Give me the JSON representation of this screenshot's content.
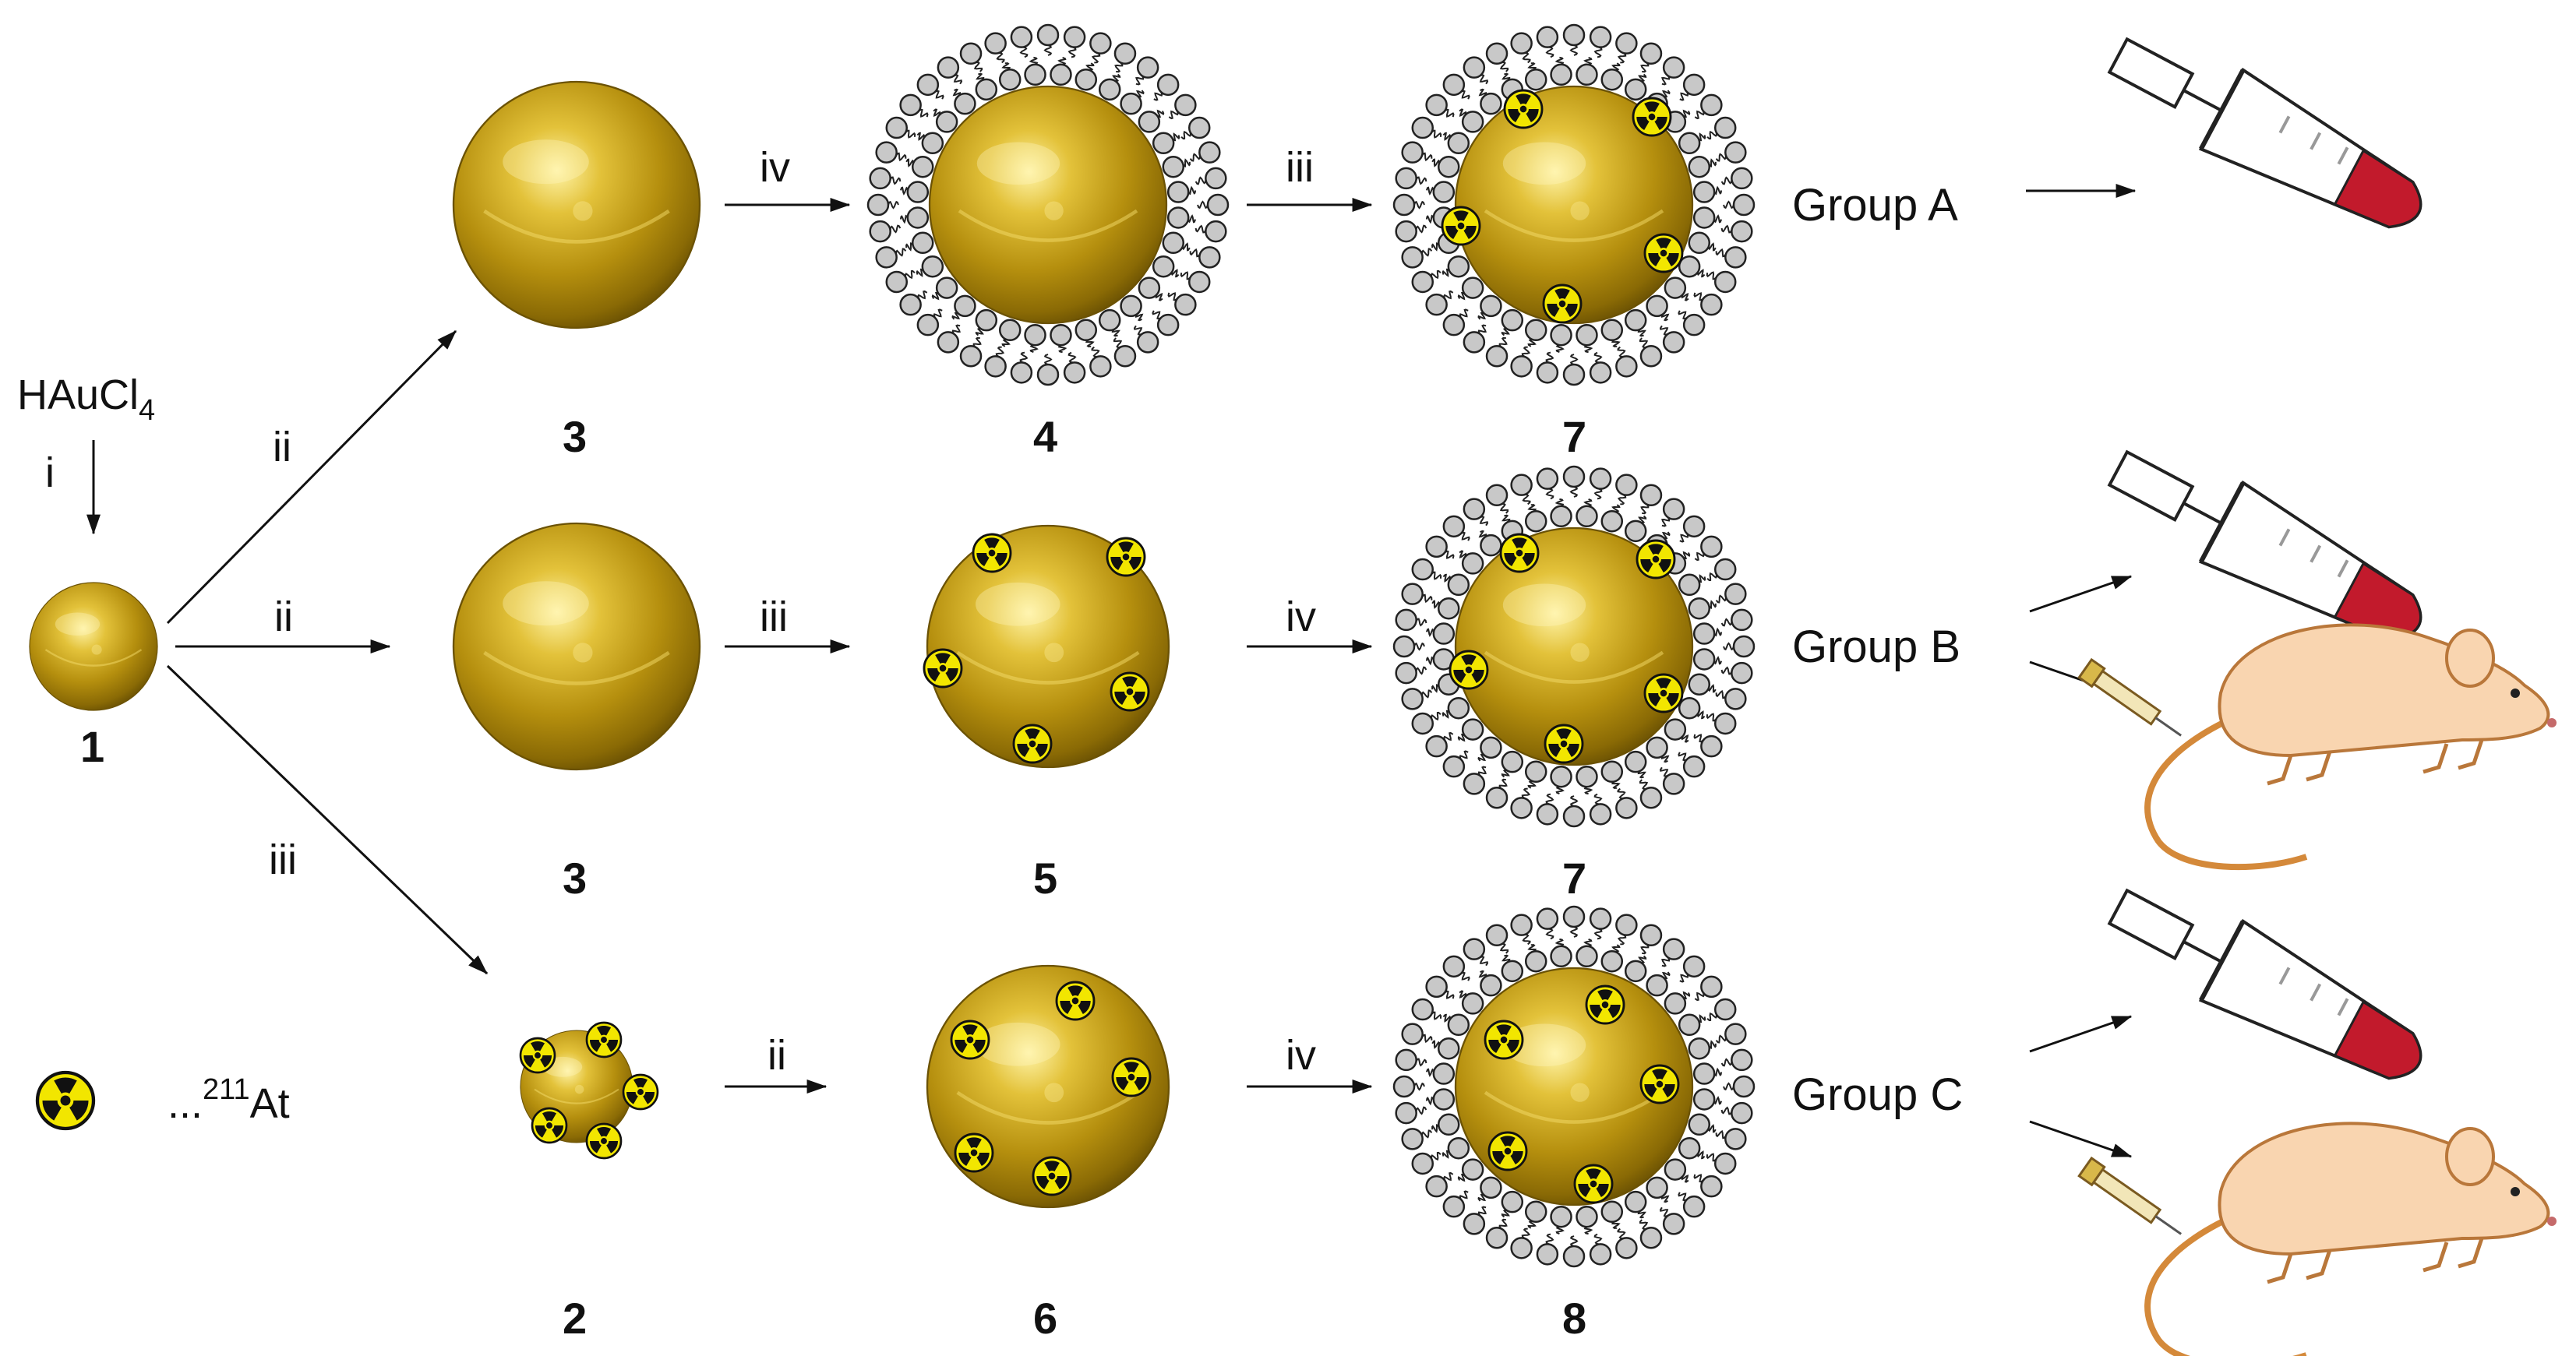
{
  "title": "",
  "reagents": {
    "precursor": "HAuCl",
    "precursor_sub": "4",
    "legend_prefix": "...",
    "legend_sup": "211",
    "legend_element": "At"
  },
  "steps": {
    "i": "i",
    "ii": "ii",
    "iii": "iii",
    "iv": "iv"
  },
  "compounds": {
    "c1": "1",
    "c2": "2",
    "c3": "3",
    "c4": "4",
    "c5": "5",
    "c6": "6",
    "c7": "7",
    "c8": "8"
  },
  "groups": {
    "a": "Group A",
    "b": "Group B",
    "c": "Group C"
  },
  "icons": {
    "nanoparticle": "gold-nanoparticle-icon",
    "radionuclide": "radiation-symbol-icon",
    "liposome": "lipid-bilayer-icon",
    "tube": "blood-tube-icon",
    "animal": "mouse-icon",
    "syringe": "syringe-icon"
  },
  "colors": {
    "gold": "#c9a316",
    "lipid_head": "#c8c8c8",
    "radiation": "#f2e600",
    "blood": "#c21a2c",
    "mouse": "#f9d5b0"
  }
}
